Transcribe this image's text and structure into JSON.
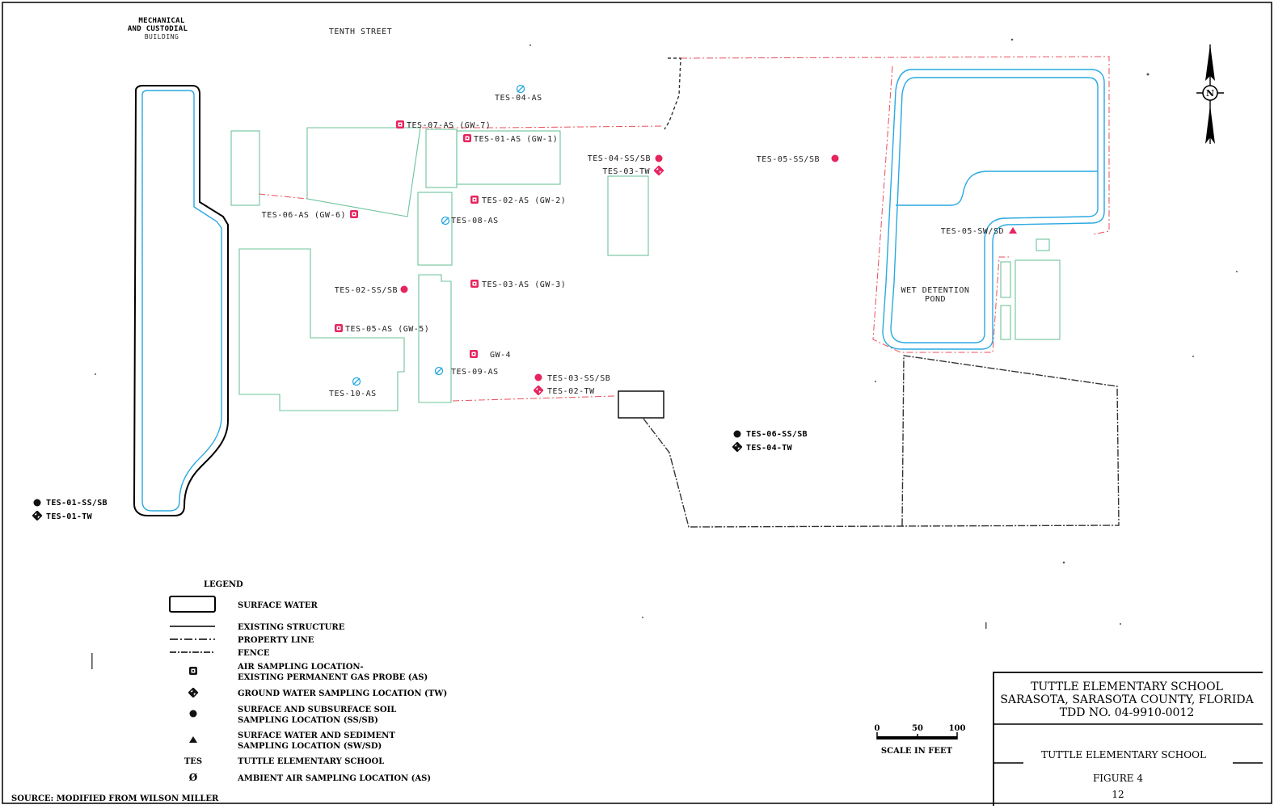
{
  "street_labels": {
    "building": [
      "MECHANICAL",
      "AND CUSTODIAL",
      "BUILDING"
    ],
    "street": "TENTH STREET"
  },
  "north_arrow": {
    "label": "N"
  },
  "sample_labels": {
    "tes_04_as": "TES-04-AS",
    "tes_07_as": "TES-07-AS (GW-7)",
    "tes_01_as": "TES-01-AS (GW-1)",
    "tes_02_as": "TES-02-AS (GW-2)",
    "tes_08_as": "TES-08-AS",
    "tes_06_as": "TES-06-AS (GW-6)",
    "tes_02_ss": "TES-02-SS/SB",
    "tes_03_as": "TES-03-AS (GW-3)",
    "tes_05_as": "TES-05-AS (GW-5)",
    "gw_4": "GW-4",
    "tes_09_as": "TES-09-AS",
    "tes_10_as": "TES-10-AS",
    "tes_03_ss": "TES-03-SS/SB",
    "tes_02_tw": "TES-02-TW",
    "tes_04_ss": "TES-04-SS/SB",
    "tes_03_tw": "TES-03-TW",
    "tes_05_ss": "TES-05-SS/SB",
    "tes_05_sw": "TES-05-SW/SD",
    "tes_06_ss": "TES-06-SS/SB",
    "tes_04_tw": "TES-04-TW",
    "tes_01_ss": "TES-01-SS/SB",
    "tes_01_tw": "TES-01-TW",
    "pond": [
      "WET DETENTION",
      "POND"
    ]
  },
  "legend": {
    "title": "LEGEND",
    "surface_water": "SURFACE WATER",
    "existing_structure": "EXISTING STRUCTURE",
    "property_line": "PROPERTY LINE",
    "fence": "FENCE",
    "air_sampling": [
      "AIR SAMPLING LOCATION-",
      "EXISTING PERMANENT GAS PROBE (AS)"
    ],
    "ground_water": "GROUND WATER SAMPLING LOCATION (TW)",
    "soil": [
      "SURFACE AND SUBSURFACE SOIL",
      "SAMPLING LOCATION (SS/SB)"
    ],
    "sediment": [
      "SURFACE WATER AND SEDIMENT",
      "SAMPLING LOCATION (SW/SD)"
    ],
    "tes_key": "TES",
    "tes_value": "TUTTLE ELEMENTARY SCHOOL",
    "ambient_key": "Ø",
    "ambient_value": "AMBIENT AIR SAMPLING LOCATION (AS)"
  },
  "source": "SOURCE:  MODIFIED FROM WILSON MILLER",
  "scale": {
    "ticks": [
      "0",
      "50",
      "100"
    ],
    "label": "SCALE IN FEET"
  },
  "title_block": {
    "line1": "TUTTLE ELEMENTARY SCHOOL",
    "line2": "SARASOTA, SARASOTA COUNTY, FLORIDA",
    "line3": "TDD NO. 04-9910-0012",
    "subtitle": "TUTTLE ELEMENTARY SCHOOL",
    "figure": "FIGURE 4",
    "page": "12"
  },
  "colors": {
    "water": "#29a9e1",
    "structure": "#6ec49a",
    "property_line": "#e8505b",
    "sample": "#e6245e",
    "fence": "#333333"
  }
}
